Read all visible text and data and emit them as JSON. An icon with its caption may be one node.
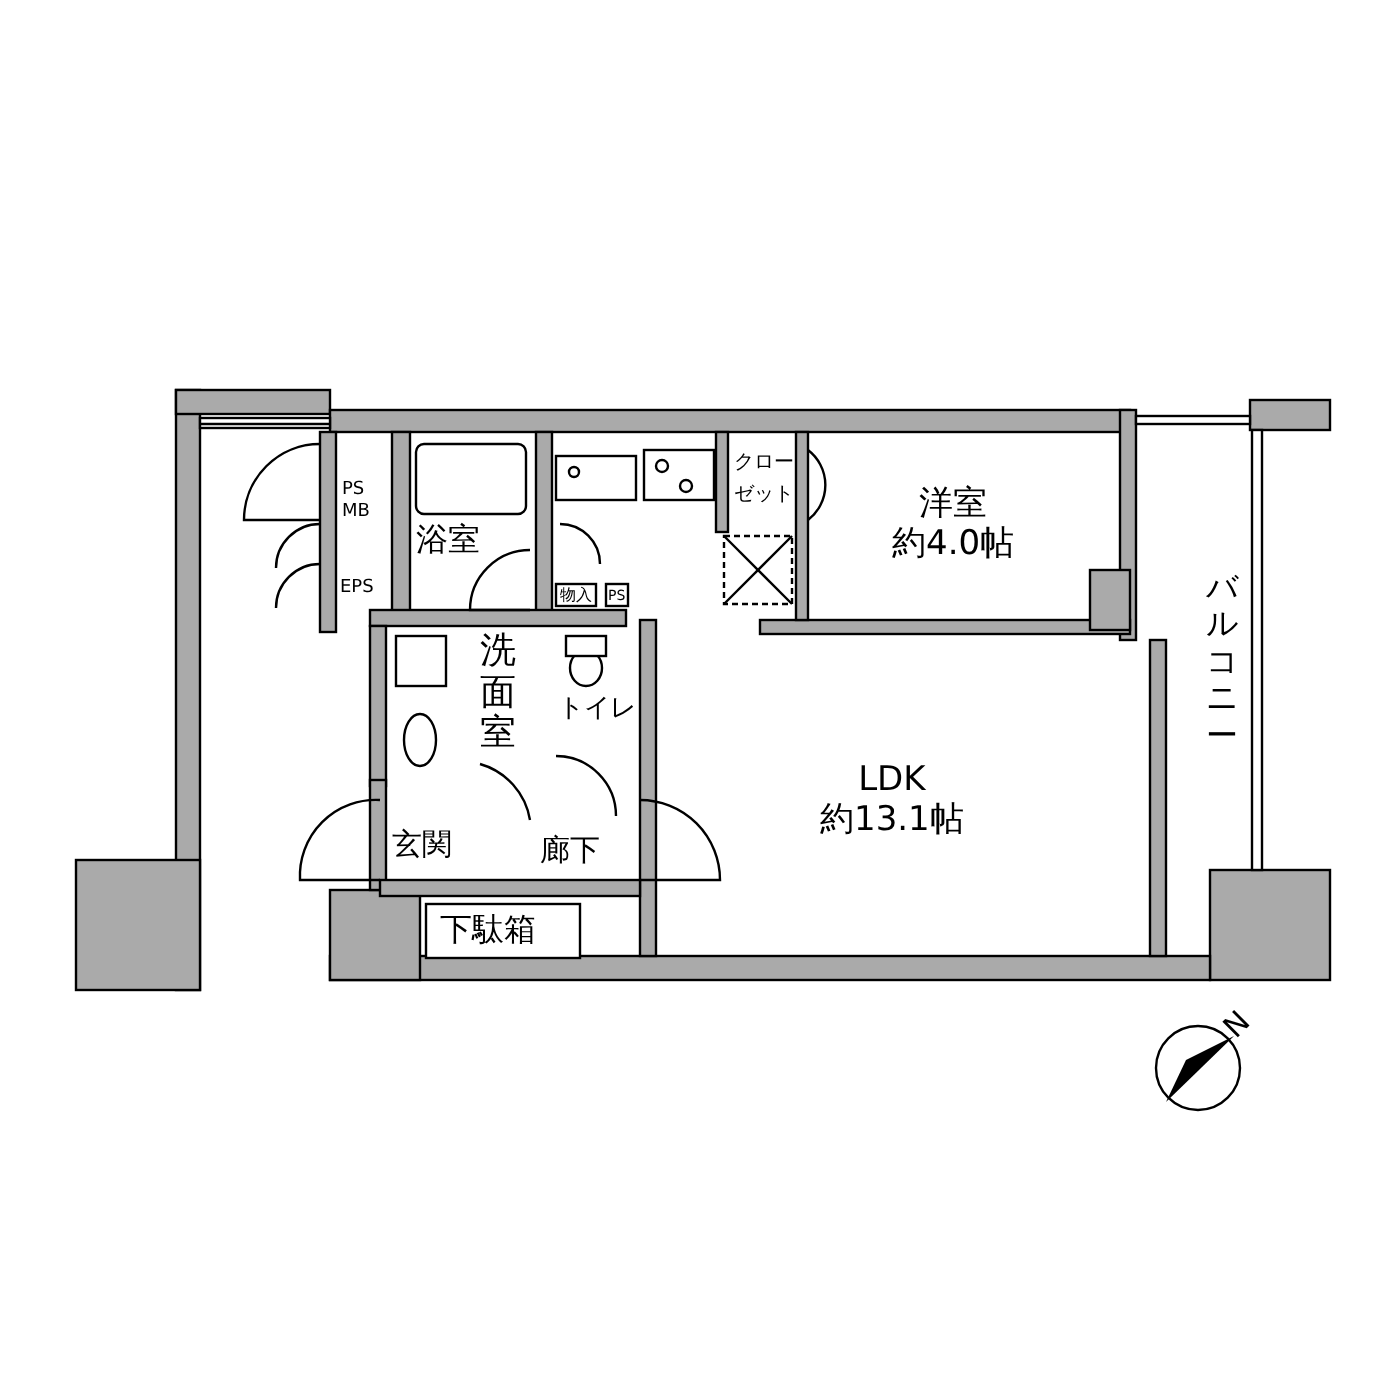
{
  "diagram": {
    "nodes": [
      {
        "text": [
          "浴室"
        ]
      },
      {
        "text": [
          "洗面室"
        ]
      },
      {
        "text": [
          "トイレ"
        ]
      },
      {
        "text": [
          "玄関"
        ]
      },
      {
        "text": [
          "廊下"
        ]
      },
      {
        "text": [
          "下駄箱"
        ]
      },
      {
        "text": [
          "クローゼット"
        ]
      },
      {
        "text": [
          "洋室",
          "約4.0帖"
        ]
      },
      {
        "text": [
          "LDK",
          "約13.1帖"
        ]
      },
      {
        "text": [
          "バルコニー"
        ]
      }
    ],
    "labels": [
      "PS",
      "MB",
      "EPS",
      "物入",
      "PS",
      "N"
    ]
  }
}
